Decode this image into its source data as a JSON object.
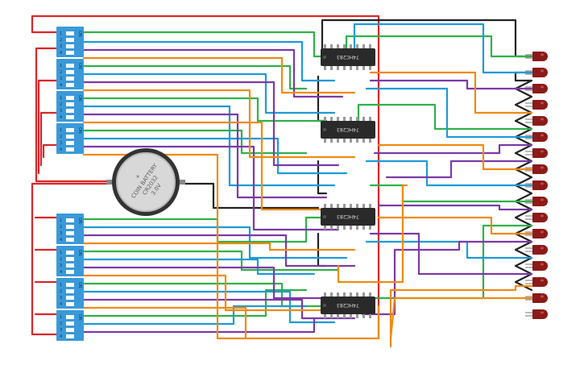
{
  "colors": {
    "red": "#d9262a",
    "green": "#2fb14b",
    "blue": "#1f9ad6",
    "purple": "#7b3aa6",
    "orange": "#f08a12",
    "black": "#222222",
    "dip_body": "#3a9ad9",
    "chip_body": "#2a2a2a",
    "led": "#8b1a1a"
  },
  "dip_switches": [
    {
      "on_label": "ON",
      "pins": [
        "1",
        "2",
        "3",
        "4"
      ]
    },
    {
      "on_label": "ON",
      "pins": [
        "1",
        "2",
        "3",
        "4"
      ]
    },
    {
      "on_label": "ON",
      "pins": [
        "1",
        "2",
        "3",
        "4"
      ]
    },
    {
      "on_label": "ON",
      "pins": [
        "1",
        "2",
        "3",
        "4"
      ]
    },
    {
      "on_label": "ON",
      "pins": [
        "1",
        "2",
        "3",
        "4"
      ]
    },
    {
      "on_label": "ON",
      "pins": [
        "1",
        "2",
        "3",
        "4"
      ]
    },
    {
      "on_label": "ON",
      "pins": [
        "1",
        "2",
        "3",
        "4"
      ]
    },
    {
      "on_label": "ON",
      "pins": [
        "1",
        "2",
        "3",
        "4"
      ]
    }
  ],
  "chips": [
    {
      "label": "74HC283"
    },
    {
      "label": "74HC283"
    },
    {
      "label": "74HC283"
    },
    {
      "label": "74HC283"
    }
  ],
  "battery": {
    "line1": "COIN BATTERY",
    "line2": "CR2032",
    "line3": "3.0V",
    "plus": "+"
  },
  "led_count": 17
}
